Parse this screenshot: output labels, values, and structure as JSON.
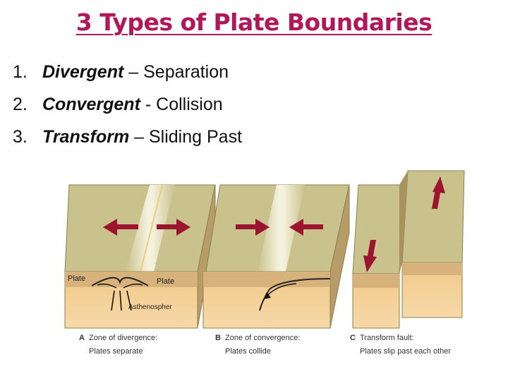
{
  "title": "3 Types of Plate Boundaries",
  "boundaries": [
    {
      "number": "1.",
      "term": "Divergent",
      "sep": "–",
      "desc": "Separation"
    },
    {
      "number": "2.",
      "term": "Convergent",
      "sep": "-",
      "desc": "Collision"
    },
    {
      "number": "3.",
      "term": "Transform",
      "sep": "–",
      "desc": "Sliding Past"
    }
  ],
  "diagram": {
    "labels": {
      "plate_left": "Plate",
      "plate_right": "Plate",
      "asthenosphere": "Asthenospher"
    },
    "captions": [
      {
        "letter": "A",
        "line1": "Zone of divergence:",
        "line2": "Plates separate"
      },
      {
        "letter": "B",
        "line1": "Zone of convergence:",
        "line2": "Plates collide"
      },
      {
        "letter": "C",
        "line1": "Transform fault:",
        "line2": "Plates slip past each other"
      }
    ]
  },
  "colors": {
    "title": "#b0185a",
    "arrow": "#9b1530",
    "plate_top": "#c9c28c",
    "plate_side": "#f3cf90",
    "plate_dark": "#d7b37b"
  }
}
